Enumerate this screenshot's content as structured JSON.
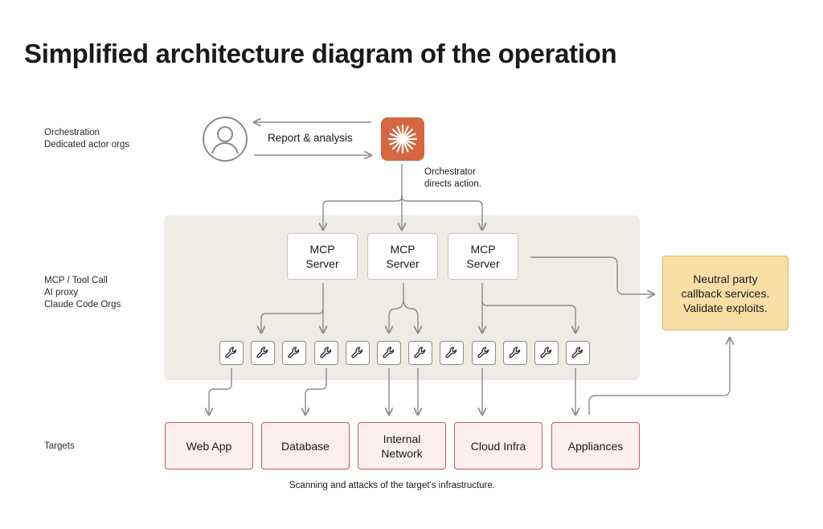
{
  "title": "Simplified architecture diagram of the operation",
  "row_labels": {
    "orchestration": [
      "Orchestration",
      "Dedicated actor orgs"
    ],
    "mcp": [
      "MCP / Tool Call",
      "AI proxy",
      "Claude Code Orgs"
    ],
    "targets": [
      "Targets"
    ]
  },
  "report_label": "Report & analysis",
  "orchestrator_note": [
    "Orchestrator",
    "directs action."
  ],
  "mcp_servers": [
    {
      "line1": "MCP",
      "line2": "Server"
    },
    {
      "line1": "MCP",
      "line2": "Server"
    },
    {
      "line1": "MCP",
      "line2": "Server"
    }
  ],
  "tool_count": 12,
  "icons": {
    "user": "user-icon",
    "orchestrator": "orchestrator-asterisk-icon",
    "tool": "wrench-icon"
  },
  "neutral_party": [
    "Neutral party",
    "callback services.",
    "Validate exploits."
  ],
  "targets": [
    {
      "line1": "Web App",
      "line2": ""
    },
    {
      "line1": "Database",
      "line2": ""
    },
    {
      "line1": "Internal",
      "line2": "Network"
    },
    {
      "line1": "Cloud Infra",
      "line2": ""
    },
    {
      "line1": "Appliances",
      "line2": ""
    }
  ],
  "caption": "Scanning and attacks of the target's infrastructure.",
  "colors": {
    "orchestrator": "#d4673f",
    "panel": "#efebe5",
    "target_border": "#c9585e",
    "target_fill": "#fbeff0",
    "neutral_fill": "#f9dfa6",
    "neutral_border": "#e2b35e"
  }
}
